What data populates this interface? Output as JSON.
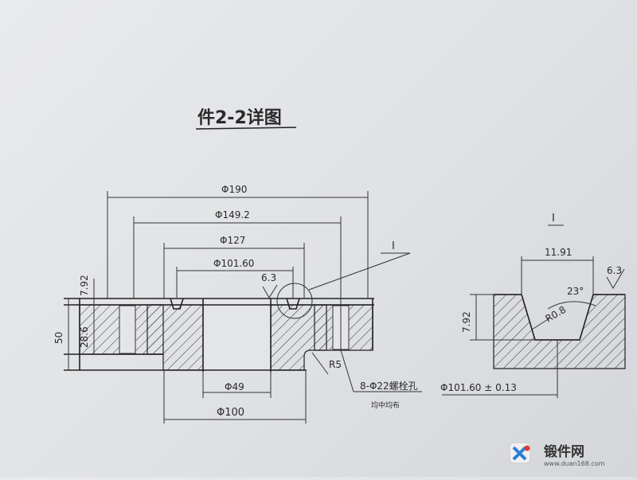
{
  "title": "件2-2详图",
  "main_view": {
    "dim_outer": "Φ190",
    "dim_149": "Φ149.2",
    "dim_127": "Φ127",
    "dim_101": "Φ101.60",
    "roughness": "6.3",
    "height_792": "7.92",
    "height_286": "28.6",
    "height_50": "50",
    "bore": "Φ49",
    "boss": "Φ100",
    "radius": "R5",
    "bolt_holes": "8-Φ22螺栓孔",
    "bolt_note": "均中均布",
    "detail_marker": "I"
  },
  "detail_view": {
    "label": "I",
    "groove_width": "11.91",
    "roughness": "6.3",
    "angle": "23°",
    "r_small": "R0.8",
    "depth": "7.92",
    "diameter": "Φ101.60 ± 0.13"
  },
  "watermark": {
    "logo_text": "锻件网",
    "url": "www.duan168.com"
  }
}
